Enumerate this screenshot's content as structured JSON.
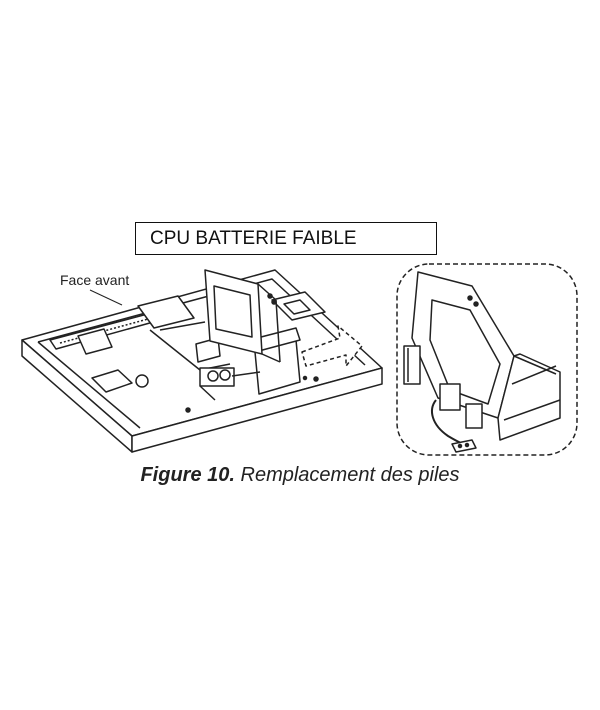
{
  "display_box": {
    "text": "CPU BATTERIE FAIBLE"
  },
  "callout": {
    "face_label": "Face avant"
  },
  "caption": {
    "figure_number": "Figure 10.",
    "title": " Remplacement des piles"
  },
  "icons": [
    "control-panel-housing",
    "battery-detail-zoom",
    "pointer-arrow"
  ]
}
